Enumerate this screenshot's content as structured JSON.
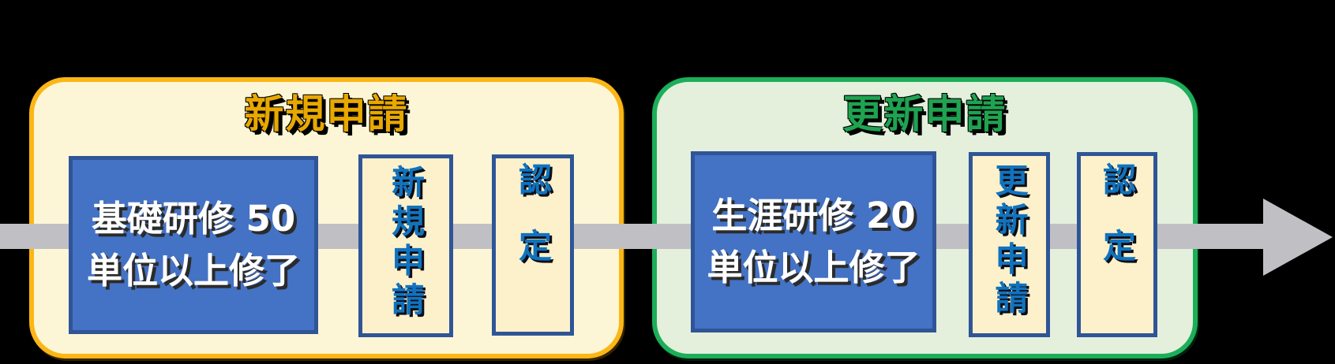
{
  "diagram": {
    "description_arrow": "gray left-to-right process arrow",
    "arrow_color": "#C0C0C4"
  },
  "panels": [
    {
      "id": "new-application",
      "title": "新規申請",
      "title_color": "#E8A800",
      "border_color": "#FBB616",
      "fill_color": "#FDF6D6",
      "requirement": {
        "lines": [
          "基礎研修 50",
          "単位以上修了"
        ],
        "fill_color": "#4472C4",
        "text_color": "#FFFFFF"
      },
      "steps": [
        {
          "label": "新規申請"
        },
        {
          "label": "認定"
        }
      ]
    },
    {
      "id": "renewal-application",
      "title": "更新申請",
      "title_color": "#1FA351",
      "border_color": "#1CAE59",
      "fill_color": "#E4F0DC",
      "requirement": {
        "lines": [
          "生涯研修 20",
          "単位以上修了"
        ],
        "fill_color": "#4472C4",
        "text_color": "#FFFFFF"
      },
      "steps": [
        {
          "label": "更新申請"
        },
        {
          "label": "認定"
        }
      ]
    }
  ]
}
